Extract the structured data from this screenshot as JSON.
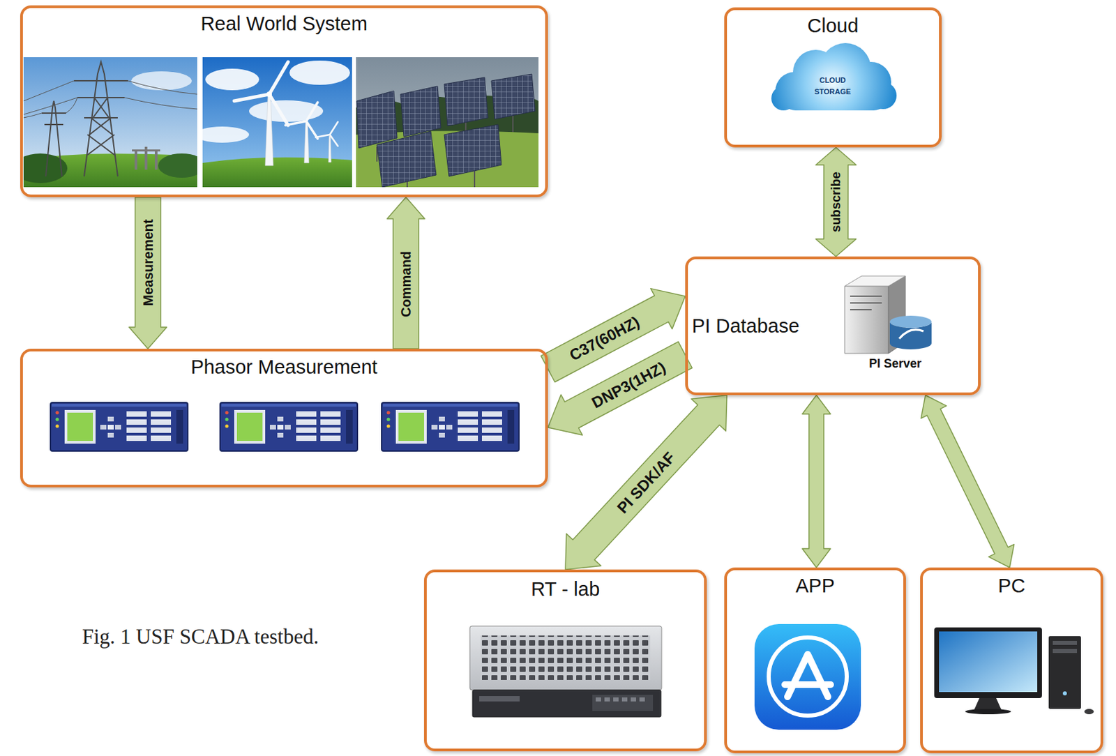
{
  "diagram": {
    "caption": "Fig. 1 USF SCADA testbed.",
    "nodes": [
      {
        "text": [
          "Real World System"
        ]
      },
      {
        "text": [
          "Cloud"
        ]
      },
      {
        "text": [
          "Phasor Measurement"
        ]
      },
      {
        "text": [
          "PI Database",
          "PI Server"
        ]
      },
      {
        "text": [
          "RT - lab"
        ]
      },
      {
        "text": [
          "APP"
        ]
      },
      {
        "text": [
          "PC"
        ]
      }
    ],
    "edges": [
      {
        "from": 0,
        "to": 2,
        "label": "Measurement",
        "arrow": "to"
      },
      {
        "from": 2,
        "to": 0,
        "label": "Command",
        "arrow": "to"
      },
      {
        "from": 2,
        "to": 3,
        "label": "C37(60HZ)",
        "arrow": "to"
      },
      {
        "from": 3,
        "to": 2,
        "label": "DNP3(1HZ)",
        "arrow": "to"
      },
      {
        "from": 1,
        "to": 3,
        "label": "subscribe",
        "arrow": "both"
      },
      {
        "from": 4,
        "to": 3,
        "label": "PI SDK/AF",
        "arrow": "both"
      },
      {
        "from": 3,
        "to": 5,
        "arrow": "both"
      },
      {
        "from": 3,
        "to": 6,
        "arrow": "both"
      }
    ],
    "labels": [
      "CLOUD STORAGE"
    ]
  }
}
